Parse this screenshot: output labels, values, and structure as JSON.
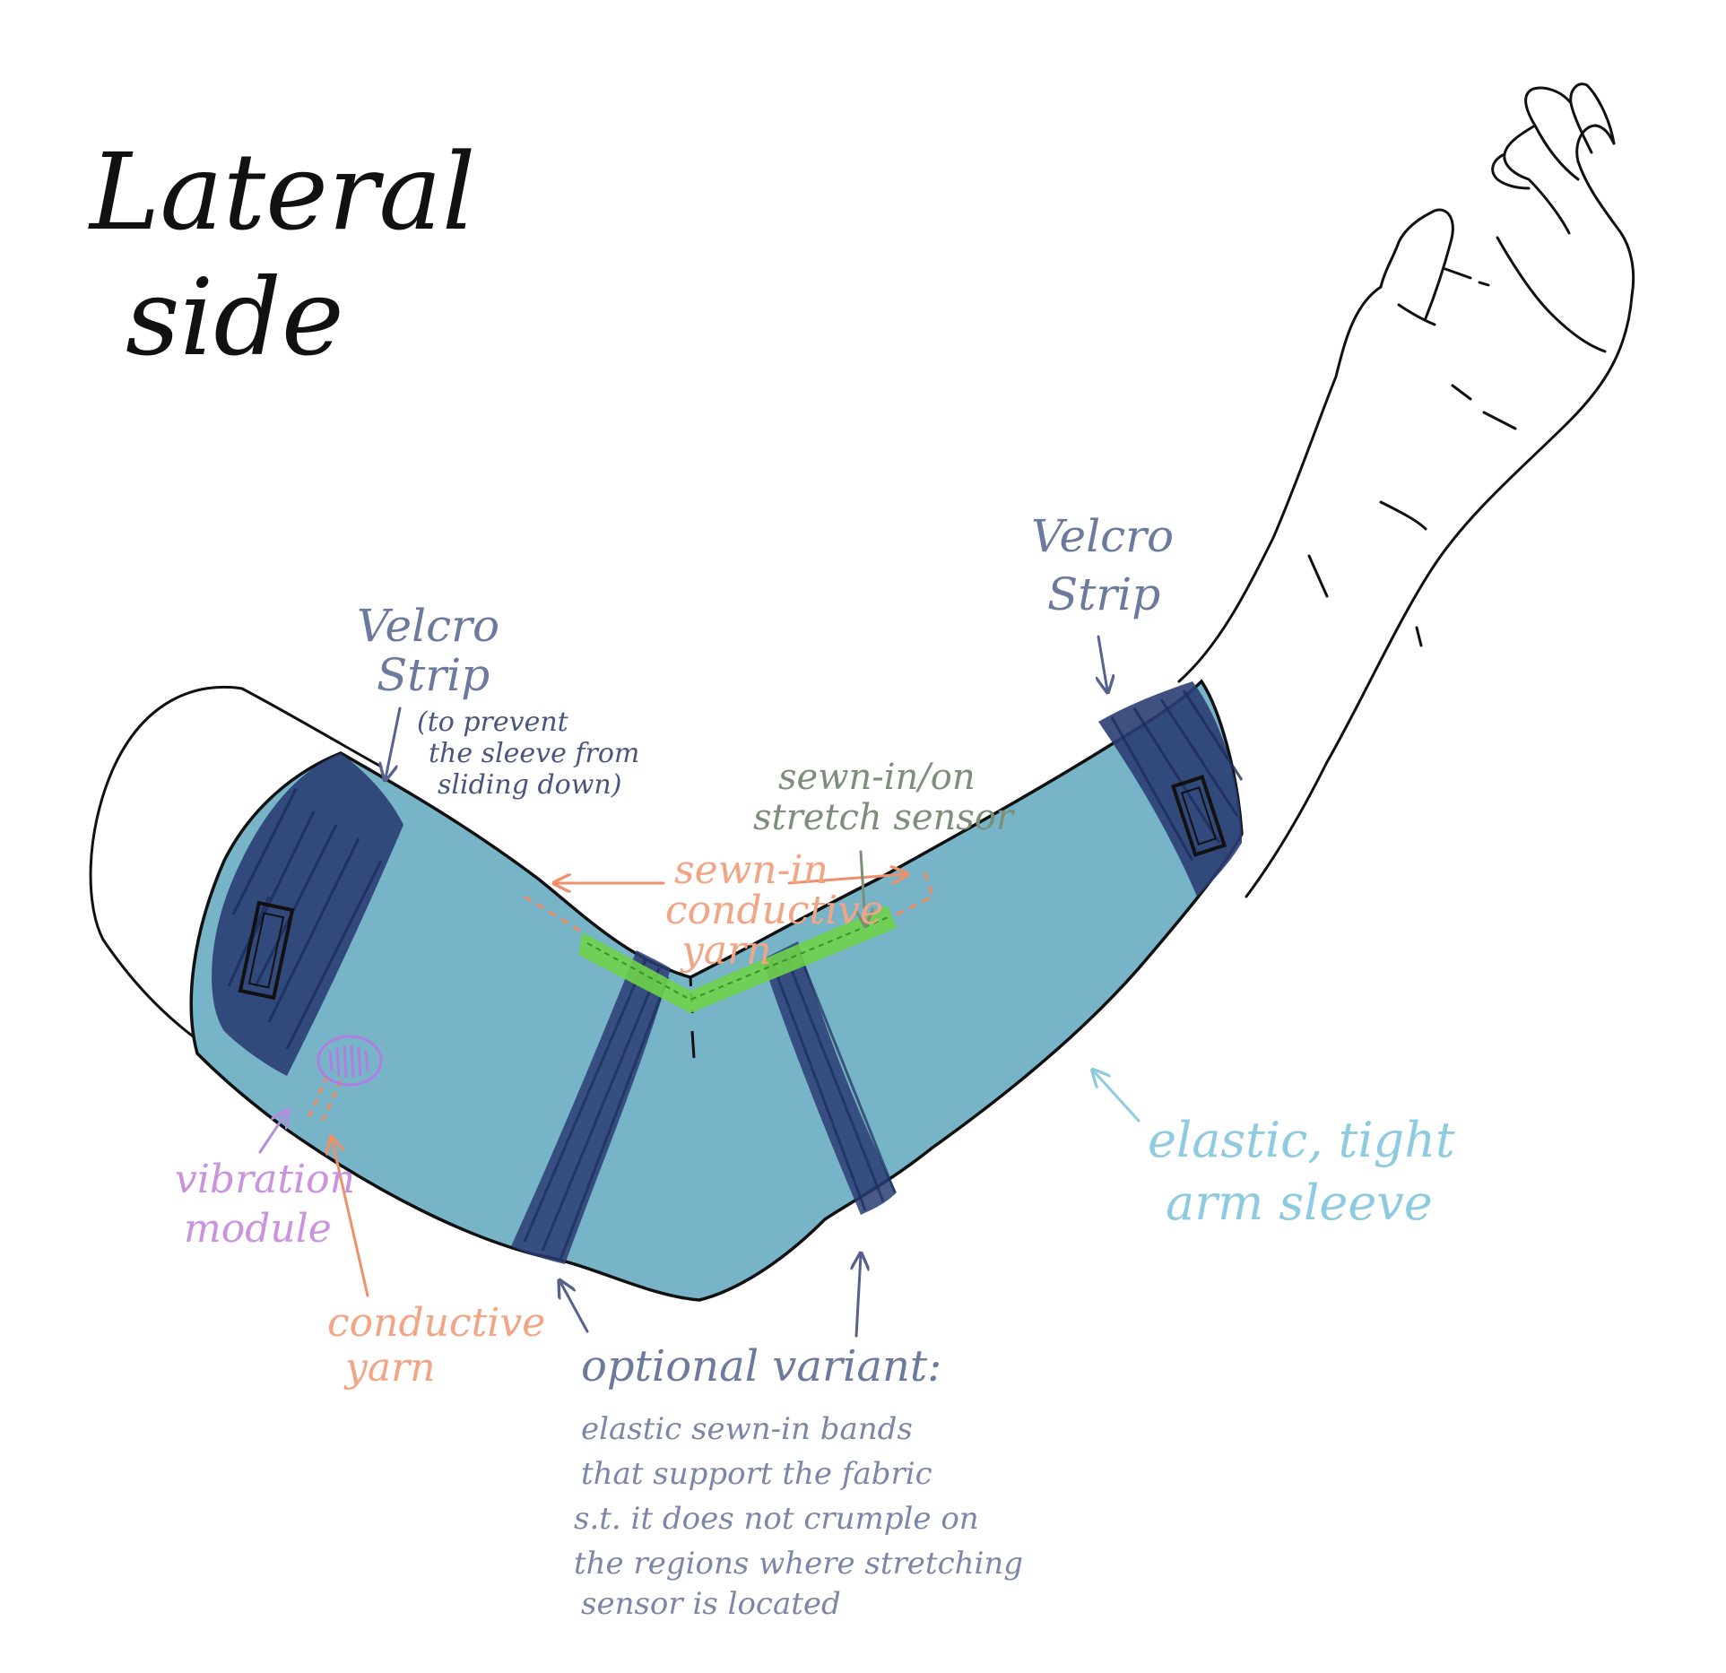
{
  "title": {
    "line1": "Lateral",
    "line2": "side"
  },
  "labels": {
    "velcro_left": {
      "line1": "Velcro",
      "line2": "Strip"
    },
    "velcro_left_note": {
      "line1": "(to prevent",
      "line2": "the sleeve from",
      "line3": "sliding down)"
    },
    "velcro_right": {
      "line1": "Velcro",
      "line2": "Strip"
    },
    "stretch_sensor": {
      "line1": "sewn-in/on",
      "line2": "stretch sensor"
    },
    "sewn_yarn": {
      "line1": "sewn-in",
      "line2": "conductive",
      "line3": "yarn"
    },
    "elastic_sleeve": {
      "line1": "elastic, tight",
      "line2": "arm sleeve"
    },
    "vibration_module": {
      "line1": "vibration",
      "line2": "module"
    },
    "conductive_yarn": {
      "line1": "conductive",
      "line2": "yarn"
    },
    "optional_variant": {
      "heading": "optional variant:",
      "line1": "elastic sewn-in bands",
      "line2": "that support the fabric",
      "line3": "s.t. it does not crumple on",
      "line4": "the regions where stretching",
      "line5": "sensor is located"
    }
  },
  "colors": {
    "sleeve_fill": "#78b4c7",
    "band_navy": "#2a3d73",
    "sensor_green": "#6ed24a",
    "yarn_orange": "#f0875e",
    "module_purple": "#b07ee0",
    "arrow_navy": "#56628c",
    "arrow_orange": "#f0906a",
    "arrow_purple": "#b58be0",
    "arrow_sky": "#8ecbe0",
    "outline": "#111111"
  },
  "icons": [
    "velcro-clasp-icon",
    "vibration-module-icon"
  ]
}
